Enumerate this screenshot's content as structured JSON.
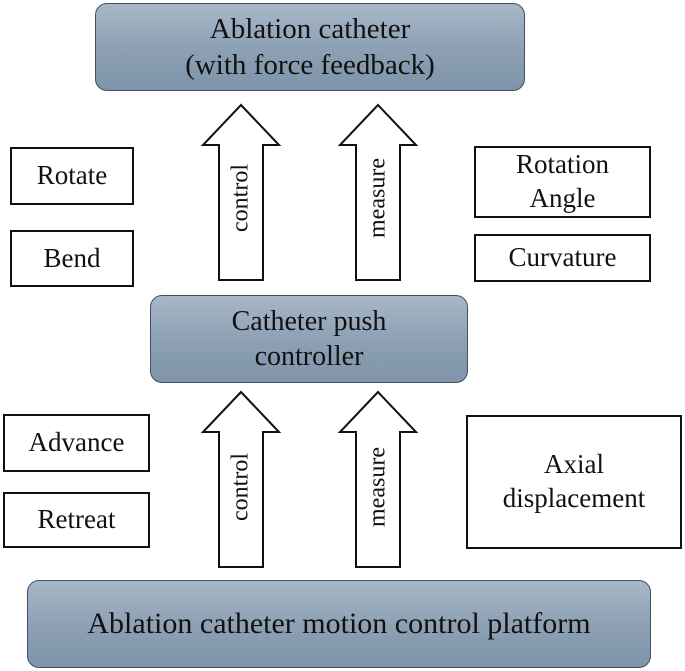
{
  "top_box": {
    "line1": "Ablation catheter",
    "line2": "(with force feedback)"
  },
  "middle_box": {
    "line1": "Catheter push",
    "line2": "controller"
  },
  "bottom_box": {
    "label": "Ablation catheter motion control platform"
  },
  "upper_left": {
    "rotate": "Rotate",
    "bend": "Bend"
  },
  "upper_right": {
    "rotation_line1": "Rotation",
    "rotation_line2": "Angle",
    "curvature": "Curvature"
  },
  "lower_left": {
    "advance": "Advance",
    "retreat": "Retreat"
  },
  "lower_right": {
    "line1": "Axial",
    "line2": "displacement"
  },
  "arrows": {
    "upper_control": "control",
    "upper_measure": "measure",
    "lower_control": "control",
    "lower_measure": "measure"
  }
}
